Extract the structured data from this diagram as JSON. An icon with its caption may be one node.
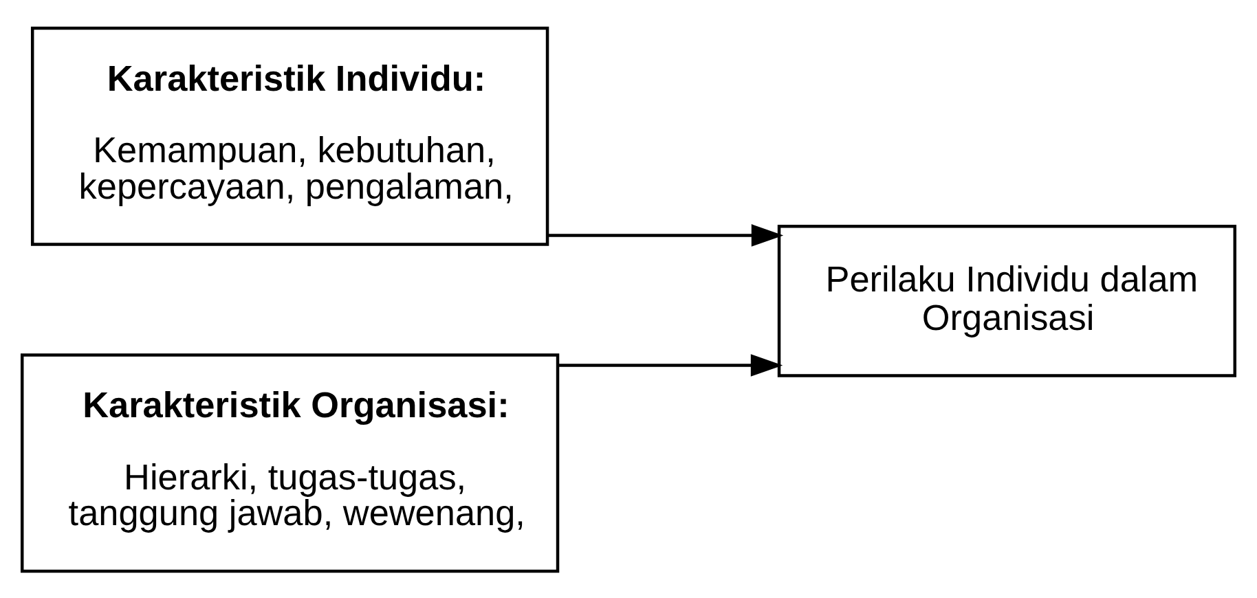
{
  "diagram": {
    "nodes": [
      {
        "text": [
          "Karakteristik Individu:",
          "Kemampuan, kebutuhan, kepercayaan, pengalaman,"
        ]
      },
      {
        "text": [
          "Perilaku Individu dalam Organisasi"
        ]
      },
      {
        "text": [
          "Karakteristik Organisasi:",
          "Hierarki, tugas-tugas, tanggung jawab, wewenang,"
        ]
      }
    ],
    "edges": [
      {
        "from": 0,
        "to": 1,
        "arrow": "to"
      },
      {
        "from": 2,
        "to": 1,
        "arrow": "to"
      }
    ]
  }
}
